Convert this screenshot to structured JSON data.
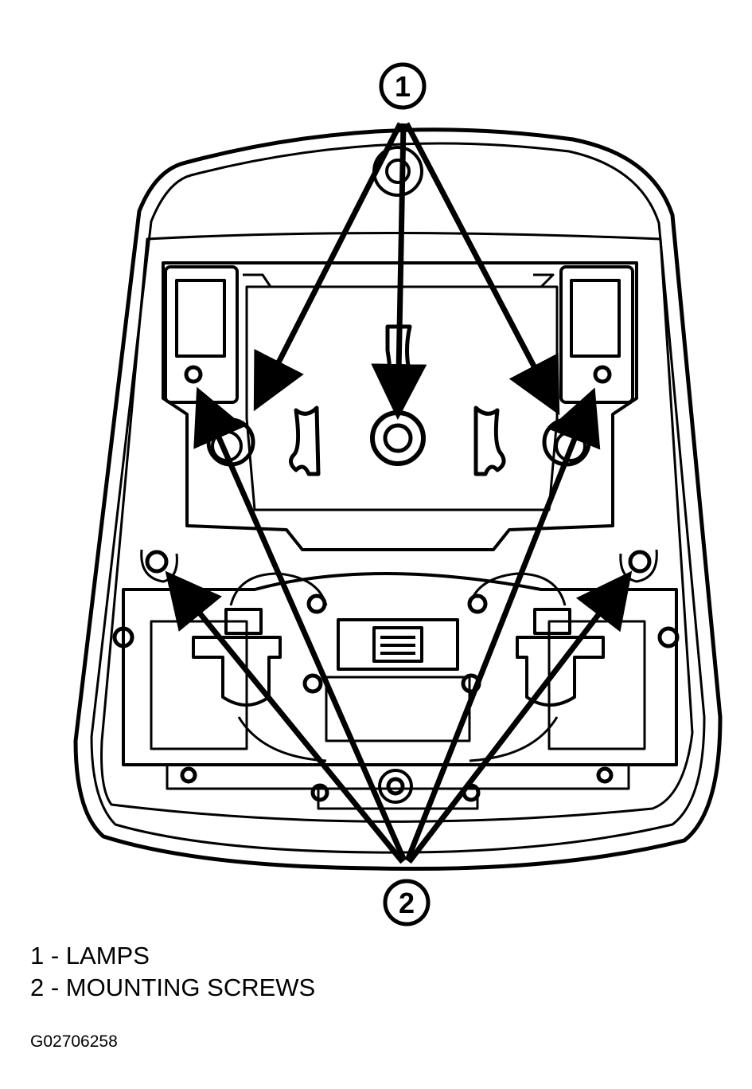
{
  "callouts": [
    {
      "number": "1"
    },
    {
      "number": "2"
    }
  ],
  "legend": [
    {
      "number": "1",
      "text": "1 - LAMPS"
    },
    {
      "number": "2",
      "text": "2 - MOUNTING SCREWS"
    }
  ],
  "figure_id": "G02706258",
  "colors": {
    "ink": "#000000",
    "paper": "#ffffff"
  }
}
